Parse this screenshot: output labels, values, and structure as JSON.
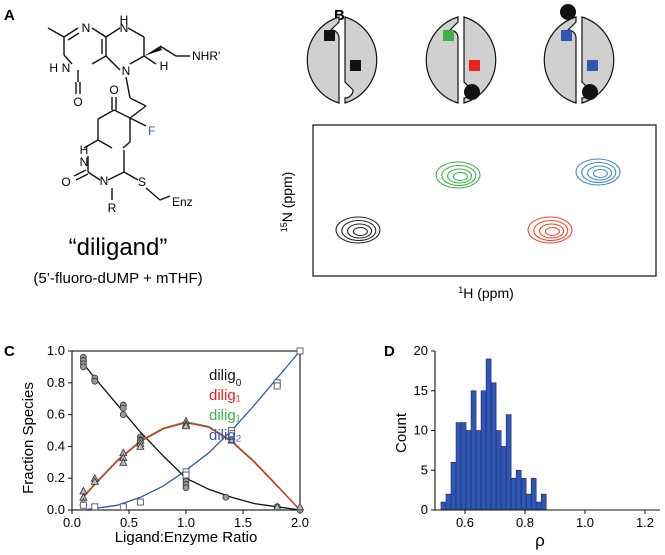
{
  "panels": {
    "a": {
      "letter": "A",
      "molecule": {
        "atoms": {
          "n_pter_1": "N",
          "nh_ring_top": "H",
          "nh_ring_top_n": "N",
          "n_pter_3": "N",
          "h_n3": "H",
          "n5": "N",
          "o4": "O",
          "stereo_h": "H",
          "nhr": "NHR'",
          "o_dump_top": "O",
          "fluorine": "F",
          "o_dump_left": "O",
          "nh_dump": "N",
          "h_dump": "H",
          "n_dump_r": "N",
          "r_group": "R",
          "sulfur": "S",
          "enz": "Enz"
        },
        "fluorine_color": "#2e5fa8"
      },
      "name": "“diligand”",
      "subtitle": "(5’-fluoro-dUMP + mTHF)"
    },
    "b": {
      "letter": "B",
      "x_label_sup": "1",
      "x_label_main": "H (ppm)",
      "y_label_sup": "15",
      "y_label_main": "N (ppm)",
      "states": [
        {
          "square_left_color": "#111111",
          "square_right_color": "#111111",
          "ligand_top": false,
          "ligand_bottom": false
        },
        {
          "square_left_color": "#3db049",
          "square_right_color": "#e8231e",
          "ligand_top": false,
          "ligand_bottom": true
        },
        {
          "square_left_color": "#2f55b5",
          "square_right_color": "#2f55b5",
          "ligand_top": true,
          "ligand_bottom": true
        }
      ],
      "peaks": [
        {
          "color": "#222222"
        },
        {
          "color": "#3db049"
        },
        {
          "color": "#3f87c9"
        },
        {
          "color": "#e8462b"
        }
      ]
    },
    "c": {
      "letter": "C",
      "chart_data": {
        "type": "scatter",
        "xlabel": "Ligand:Enzyme Ratio",
        "ylabel": "Fraction Species",
        "xlim": [
          0.0,
          2.0
        ],
        "ylim": [
          0.0,
          1.0
        ],
        "xticks": [
          "0.0",
          "0.5",
          "1.0",
          "1.5",
          "2.0"
        ],
        "yticks": [
          "0.0",
          "0.2",
          "0.4",
          "0.6",
          "0.8",
          "1.0"
        ],
        "legend_position": "top-right",
        "legend": [
          {
            "base": "dilig",
            "sub": "0",
            "color": "#111111"
          },
          {
            "base": "dilig₁",
            "sub": "",
            "color": "#e8231e"
          },
          {
            "base": "dilig₁",
            "sub": "",
            "color": "#3db049"
          },
          {
            "base": "dilig₂",
            "sub": "",
            "color": "#2f55b5"
          }
        ],
        "series": [
          {
            "color": "#111111",
            "line": [
              [
                0.1,
                0.92
              ],
              [
                0.2,
                0.83
              ],
              [
                0.4,
                0.66
              ],
              [
                0.6,
                0.49
              ],
              [
                0.8,
                0.34
              ],
              [
                1.0,
                0.2
              ],
              [
                1.2,
                0.13
              ],
              [
                1.4,
                0.08
              ],
              [
                1.6,
                0.04
              ],
              [
                1.8,
                0.02
              ],
              [
                2.0,
                0.0
              ]
            ],
            "points": [
              [
                0.1,
                0.96
              ],
              [
                0.1,
                0.94
              ],
              [
                0.1,
                0.92
              ],
              [
                0.1,
                0.9
              ],
              [
                0.2,
                0.83
              ],
              [
                0.2,
                0.81
              ],
              [
                0.45,
                0.66
              ],
              [
                0.45,
                0.64
              ],
              [
                0.45,
                0.6
              ],
              [
                0.6,
                0.46
              ],
              [
                0.6,
                0.44
              ],
              [
                1.0,
                0.2
              ],
              [
                1.0,
                0.18
              ],
              [
                1.0,
                0.16
              ],
              [
                1.0,
                0.14
              ],
              [
                1.35,
                0.08
              ],
              [
                1.8,
                0.02
              ],
              [
                2.0,
                0.0
              ]
            ]
          },
          {
            "color": "#e8231e",
            "line": [
              [
                0.1,
                0.08
              ],
              [
                0.2,
                0.16
              ],
              [
                0.4,
                0.31
              ],
              [
                0.6,
                0.43
              ],
              [
                0.8,
                0.51
              ],
              [
                1.0,
                0.55
              ],
              [
                1.2,
                0.52
              ],
              [
                1.4,
                0.43
              ],
              [
                1.6,
                0.3
              ],
              [
                1.8,
                0.15
              ],
              [
                2.0,
                0.0
              ]
            ],
            "points": []
          },
          {
            "color": "#3db049",
            "line": [
              [
                0.1,
                0.085
              ],
              [
                0.2,
                0.165
              ],
              [
                0.4,
                0.315
              ],
              [
                0.6,
                0.435
              ],
              [
                0.8,
                0.515
              ],
              [
                1.0,
                0.555
              ],
              [
                1.2,
                0.525
              ],
              [
                1.4,
                0.435
              ],
              [
                1.6,
                0.305
              ],
              [
                1.8,
                0.155
              ],
              [
                2.0,
                0.0
              ]
            ],
            "points": [
              [
                0.1,
                0.12
              ],
              [
                0.1,
                0.08
              ],
              [
                0.1,
                0.05
              ],
              [
                0.2,
                0.2
              ],
              [
                0.2,
                0.18
              ],
              [
                0.45,
                0.36
              ],
              [
                0.45,
                0.33
              ],
              [
                0.45,
                0.3
              ],
              [
                0.6,
                0.44
              ],
              [
                0.6,
                0.42
              ],
              [
                0.6,
                0.4
              ],
              [
                1.0,
                0.56
              ],
              [
                1.0,
                0.54
              ],
              [
                1.0,
                0.53
              ],
              [
                1.4,
                0.46
              ],
              [
                1.4,
                0.44
              ],
              [
                1.8,
                0.02
              ],
              [
                2.0,
                0.02
              ]
            ]
          },
          {
            "color": "#2f55b5",
            "line": [
              [
                0.1,
                0.0
              ],
              [
                0.2,
                0.01
              ],
              [
                0.4,
                0.03
              ],
              [
                0.6,
                0.08
              ],
              [
                0.8,
                0.15
              ],
              [
                1.0,
                0.25
              ],
              [
                1.2,
                0.36
              ],
              [
                1.4,
                0.5
              ],
              [
                1.6,
                0.66
              ],
              [
                1.8,
                0.83
              ],
              [
                2.0,
                1.0
              ]
            ],
            "points": [
              [
                0.1,
                0.03
              ],
              [
                0.2,
                0.02
              ],
              [
                0.45,
                0.02
              ],
              [
                0.6,
                0.05
              ],
              [
                1.0,
                0.24
              ],
              [
                1.0,
                0.22
              ],
              [
                1.4,
                0.5
              ],
              [
                1.4,
                0.48
              ],
              [
                1.8,
                0.8
              ],
              [
                1.8,
                0.78
              ],
              [
                2.0,
                1.0
              ]
            ]
          }
        ]
      }
    },
    "d": {
      "letter": "D",
      "chart_data": {
        "type": "bar",
        "xlabel": "ρ",
        "ylabel": "Count",
        "xlim": [
          0.5,
          1.25
        ],
        "ylim": [
          0,
          20
        ],
        "xticks": [
          "0.6",
          "0.8",
          "1.0",
          "1.2"
        ],
        "yticks": [
          "0",
          "5",
          "10",
          "15",
          "20"
        ],
        "bar_color": "#2f55b5",
        "bin_start": 0.52,
        "bin_width": 0.0167,
        "values": [
          1,
          2,
          6,
          11,
          11,
          10,
          15,
          10,
          15,
          19,
          16,
          10,
          8,
          12,
          4,
          5,
          4,
          2,
          4,
          1,
          2
        ]
      }
    }
  }
}
